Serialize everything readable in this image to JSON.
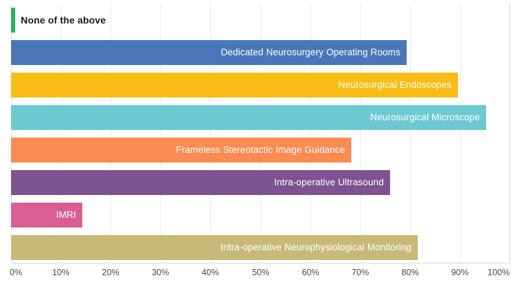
{
  "chart_data": {
    "type": "bar",
    "orientation": "horizontal",
    "title": "",
    "xlabel": "",
    "ylabel": "",
    "xlim": [
      0,
      100
    ],
    "x_tick_labels": [
      "0%",
      "10%",
      "20%",
      "30%",
      "40%",
      "50%",
      "60%",
      "70%",
      "80%",
      "90%",
      "100%"
    ],
    "x_tick_values": [
      0,
      10,
      20,
      30,
      40,
      50,
      60,
      70,
      80,
      90,
      100
    ],
    "x_unit": "%",
    "grid": true,
    "grid_axis": "x",
    "legend": "none",
    "labels_on_bars": true,
    "categories": [
      "None of the above",
      "Dedicated Neurosurgery Operating Rooms",
      "Neurosurgical Endoscopes",
      "Neurosurgical Microscope",
      "Frameless Stereotactic Image Guidance",
      "Intra-operative Ultrasound",
      "IMRI",
      "Intra-operative Neurophysiological Monitoring"
    ],
    "values": [
      0.9,
      79.3,
      89.6,
      95.3,
      68.2,
      76.0,
      14.3,
      81.6
    ],
    "colors": [
      "#2ab25f",
      "#4a77b9",
      "#f9bc14",
      "#6cc9d0",
      "#fa8b51",
      "#7d5391",
      "#d95f92",
      "#c7b977"
    ],
    "bars": [
      {
        "label": "None of the above",
        "value": 0.9,
        "color": "#2ab25f",
        "label_position": "outside",
        "label_color": "#1a1a1a"
      },
      {
        "label": "Dedicated Neurosurgery Operating Rooms",
        "value": 79.3,
        "color": "#4a77b9",
        "label_position": "inside",
        "label_color": "#ffffff"
      },
      {
        "label": "Neurosurgical Endoscopes",
        "value": 89.6,
        "color": "#f9bc14",
        "label_position": "inside",
        "label_color": "#ffffff"
      },
      {
        "label": "Neurosurgical Microscope",
        "value": 95.3,
        "color": "#6cc9d0",
        "label_position": "inside",
        "label_color": "#ffffff"
      },
      {
        "label": "Frameless Stereotactic Image Guidance",
        "value": 68.2,
        "color": "#fa8b51",
        "label_position": "inside",
        "label_color": "#ffffff"
      },
      {
        "label": "Intra-operative Ultrasound",
        "value": 76.0,
        "color": "#7d5391",
        "label_position": "inside",
        "label_color": "#ffffff"
      },
      {
        "label": "IMRI",
        "value": 14.3,
        "color": "#d95f92",
        "label_position": "inside",
        "label_color": "#ffffff"
      },
      {
        "label": "Intra-operative Neurophysiological Monitoring",
        "value": 81.6,
        "color": "#c7b977",
        "label_position": "inside",
        "label_color": "#ffffff"
      }
    ]
  }
}
